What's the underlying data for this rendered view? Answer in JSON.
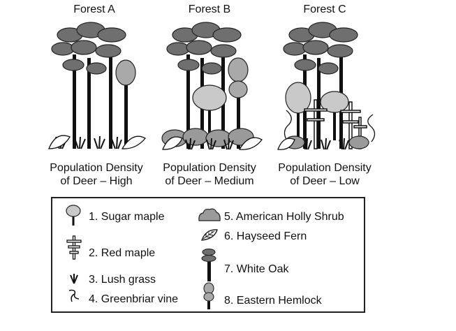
{
  "forests": [
    {
      "title": "Forest A",
      "caption_line1": "Population Density",
      "caption_line2": "of Deer – High"
    },
    {
      "title": "Forest B",
      "caption_line1": "Population Density",
      "caption_line2": "of Deer – Medium"
    },
    {
      "title": "Forest C",
      "caption_line1": "Population Density",
      "caption_line2": "of Deer – Low"
    }
  ],
  "legend": {
    "items": [
      {
        "label": "1. Sugar maple",
        "icon": "sugar-maple-icon"
      },
      {
        "label": "2. Red maple",
        "icon": "red-maple-icon"
      },
      {
        "label": "3. Lush grass",
        "icon": "lush-grass-icon"
      },
      {
        "label": "4. Greenbriar vine",
        "icon": "greenbriar-vine-icon"
      },
      {
        "label": "5. American Holly Shrub",
        "icon": "holly-shrub-icon"
      },
      {
        "label": "6. Hayseed Fern",
        "icon": "hayseed-fern-icon"
      },
      {
        "label": "7. White Oak",
        "icon": "white-oak-icon"
      },
      {
        "label": "8. Eastern Hemlock",
        "icon": "eastern-hemlock-icon"
      }
    ]
  },
  "colors": {
    "oak_canopy": "#6f6f6f",
    "hemlock": "#a9a9a9",
    "maple_canopy": "#c9c9c9",
    "shrub": "#9a9a9a",
    "ink": "#111111"
  }
}
